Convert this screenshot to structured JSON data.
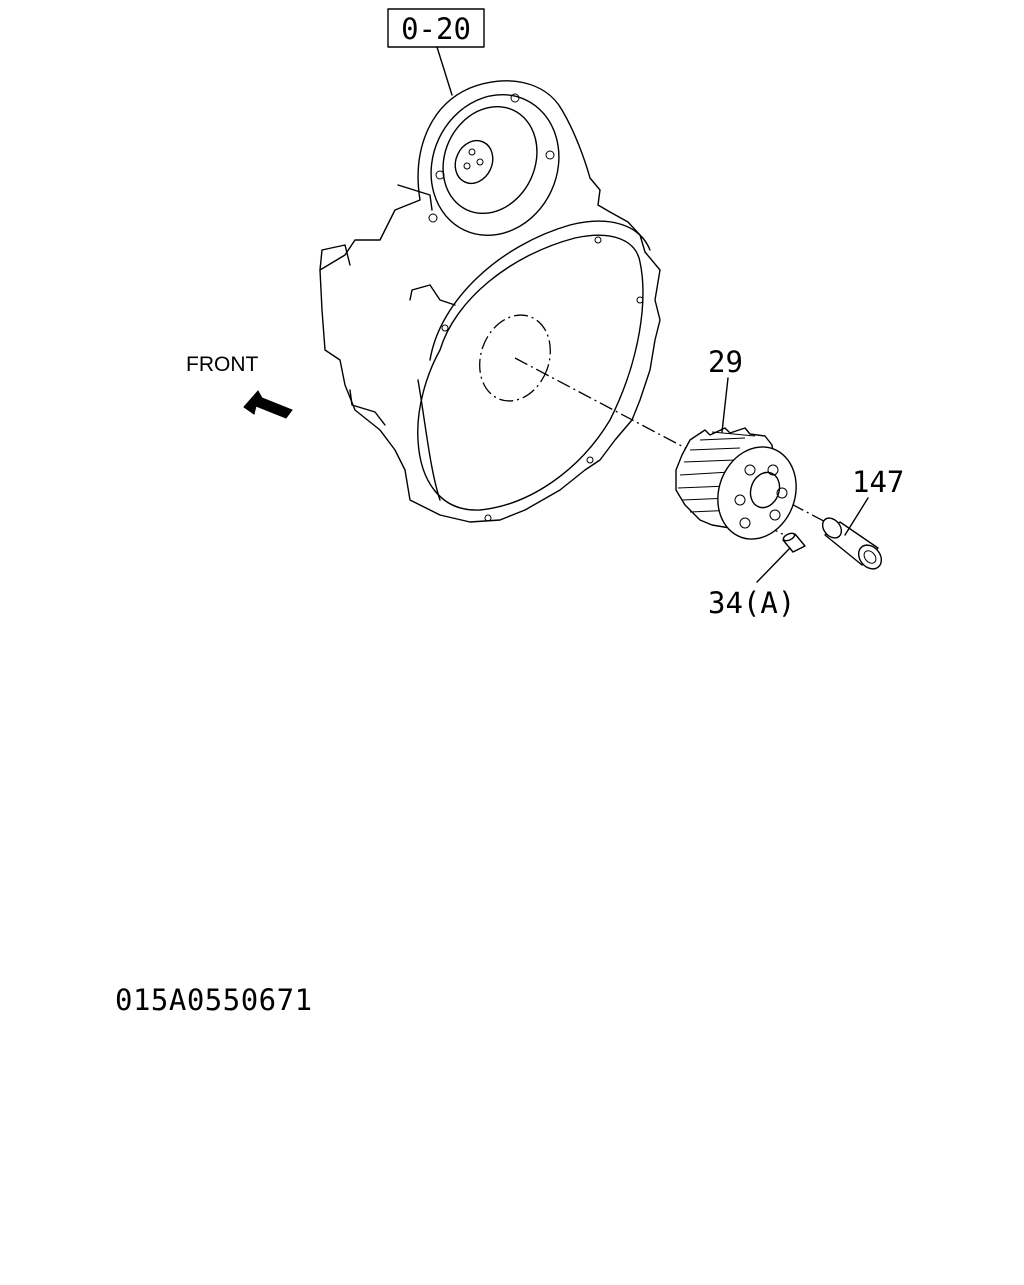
{
  "diagram": {
    "ref_box": "0-20",
    "labels": {
      "gear": "29",
      "sleeve": "147",
      "pin": "34(A)"
    },
    "front_label": "FRONT",
    "drawing_code": "015A0550671"
  }
}
